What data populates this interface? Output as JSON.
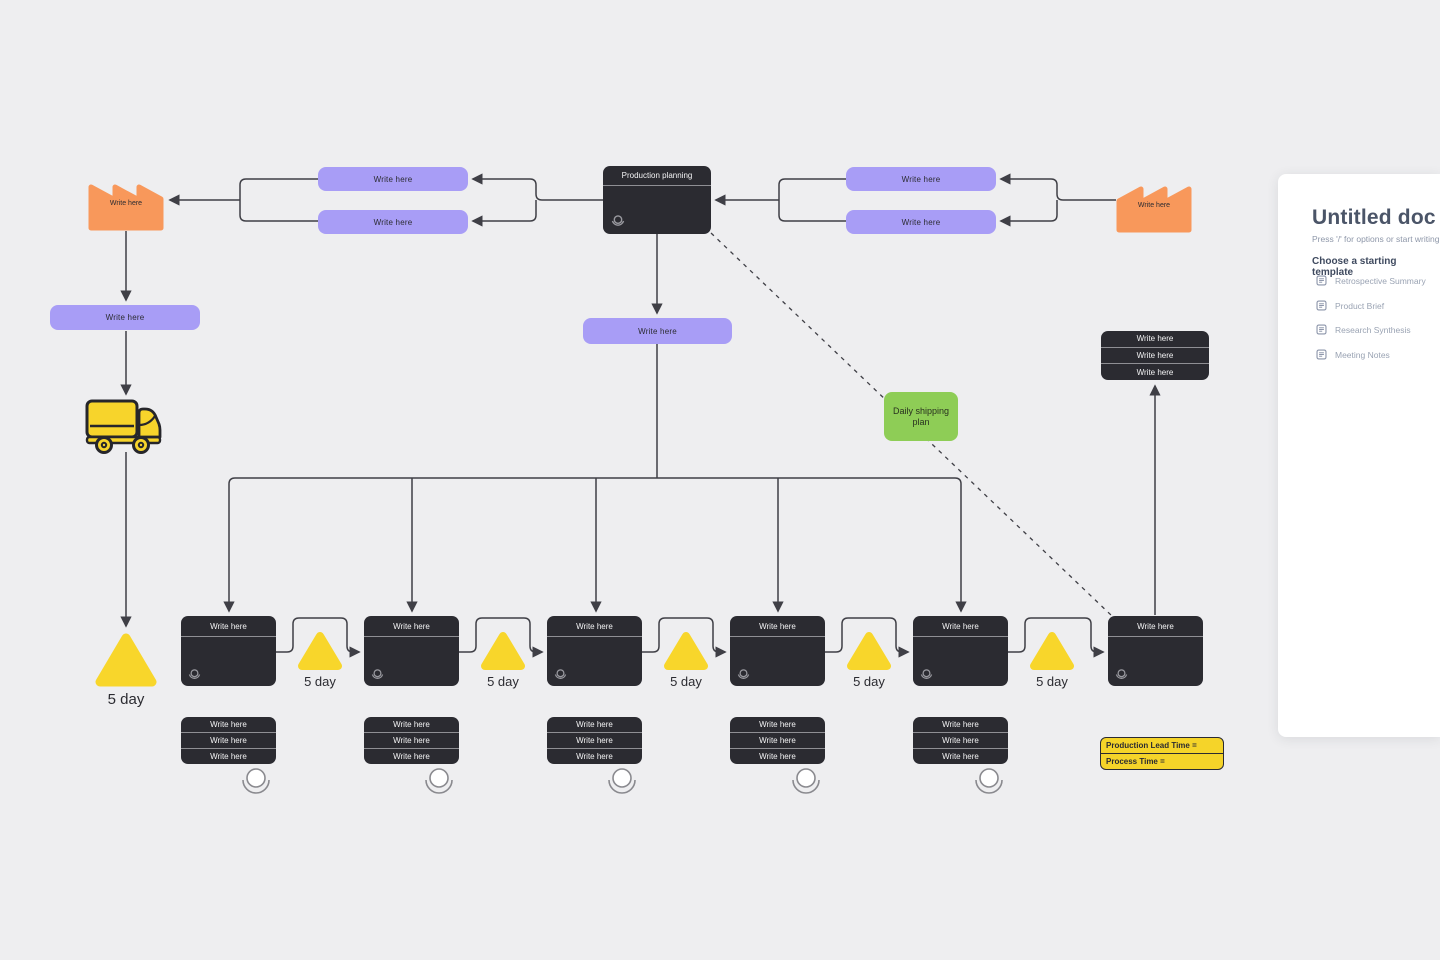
{
  "diagram": {
    "factory_left": {
      "label": "Write here"
    },
    "factory_right": {
      "label": "Write here"
    },
    "info_top_left": [
      "Write here",
      "Write here"
    ],
    "info_top_right": [
      "Write here",
      "Write here"
    ],
    "production_planning": {
      "title": "Production planning"
    },
    "info_left": "Write here",
    "info_center": "Write here",
    "green_note": "Daily shipping plan",
    "shipping_stack": [
      "Write here",
      "Write here",
      "Write here"
    ],
    "inventory_left": "5 day",
    "inventories": [
      "5 day",
      "5 day",
      "5 day",
      "5 day",
      "5 day"
    ],
    "processes": [
      {
        "title": "Write here",
        "data": [
          "Write here",
          "Write here",
          "Write here"
        ]
      },
      {
        "title": "Write here",
        "data": [
          "Write here",
          "Write here",
          "Write here"
        ]
      },
      {
        "title": "Write here",
        "data": [
          "Write here",
          "Write here",
          "Write here"
        ]
      },
      {
        "title": "Write here",
        "data": [
          "Write here",
          "Write here",
          "Write here"
        ]
      },
      {
        "title": "Write here",
        "data": [
          "Write here",
          "Write here",
          "Write here"
        ]
      }
    ],
    "final_process": {
      "title": "Write here"
    },
    "metrics": {
      "row1": "Production Lead Time =",
      "row2": "Process Time ="
    },
    "colors": {
      "purple": "#a89df6",
      "orange": "#f8985b",
      "dark": "#2b2b31",
      "yellow": "#f8d62b",
      "green": "#8ecd56",
      "line": "#3f3f46",
      "canvas": "#eeeef0"
    }
  },
  "doc_panel": {
    "title": "Untitled doc",
    "hint": "Press '/' for options or start writing",
    "templates_heading": "Choose a starting template",
    "templates": [
      {
        "label": "Retrospective Summary"
      },
      {
        "label": "Product Brief"
      },
      {
        "label": "Research Synthesis"
      },
      {
        "label": "Meeting Notes"
      }
    ]
  }
}
